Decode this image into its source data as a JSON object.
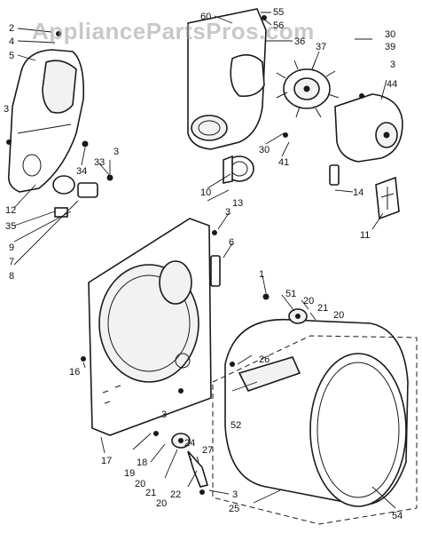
{
  "watermark": "AppliancePartsPros.com",
  "callouts": {
    "c2": "2",
    "c4": "4",
    "c5": "5",
    "c3a": "3",
    "c60": "60",
    "c55": "55",
    "c56": "56",
    "c36": "36",
    "c37": "37",
    "c30a": "30",
    "c39": "39",
    "c3b": "3",
    "c44": "44",
    "c34": "34",
    "c33": "33",
    "c3c": "3",
    "c30b": "30",
    "c41": "41",
    "c12": "12",
    "c35": "35",
    "c9": "9",
    "c7": "7",
    "c8": "8",
    "c10": "10",
    "c13": "13",
    "c14": "14",
    "c11": "11",
    "c3d": "3",
    "c6": "6",
    "c1": "1",
    "c51": "51",
    "c20a": "20",
    "c21a": "21",
    "c20b": "20",
    "c16": "16",
    "c26": "26",
    "c3e": "3",
    "c52": "52",
    "c17": "17",
    "c18": "18",
    "c19": "19",
    "c20c": "20",
    "c21b": "21",
    "c20d": "20",
    "c24": "24",
    "c27": "27",
    "c22": "22",
    "c3f": "3",
    "c25": "25",
    "c54": "54"
  }
}
